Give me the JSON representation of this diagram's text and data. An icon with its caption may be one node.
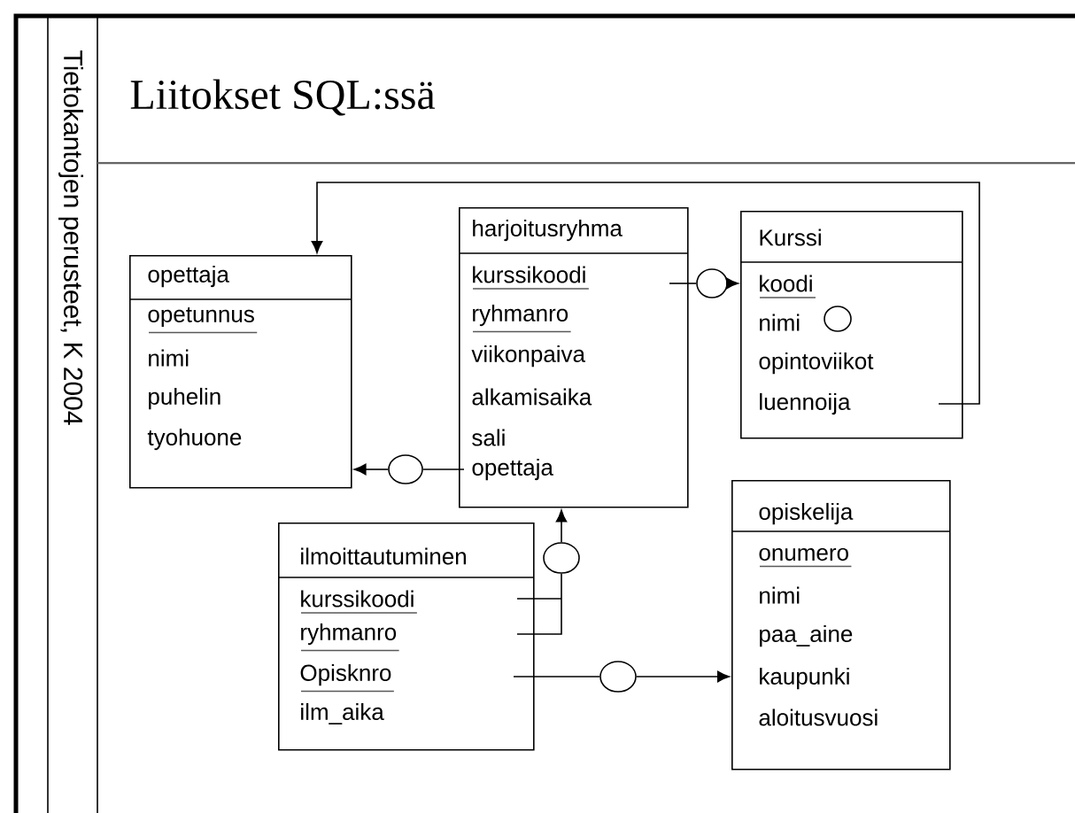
{
  "diagram": {
    "title": "Liitokset SQL:ssä",
    "nodes": [
      {
        "text": [
          "opettaja",
          "opetunnus",
          "nimi",
          "puhelin",
          "tyohuone"
        ]
      },
      {
        "text": [
          "harjoitusryhma",
          "kurssikoodi",
          "ryhmanro",
          "viikonpaiva",
          "alkamisaika",
          "sali",
          "opettaja"
        ]
      },
      {
        "text": [
          "Kurssi",
          "koodi",
          "nimi",
          "opintoviikot",
          "luennoija"
        ]
      },
      {
        "text": [
          "ilmoittautuminen",
          "kurssikoodi",
          "ryhmanro",
          "Opisknro",
          "ilm_aika"
        ]
      },
      {
        "text": [
          "opiskelija",
          "onumero",
          "nimi",
          "paa_aine",
          "kaupunki",
          "aloitusvuosi"
        ]
      },
      {
        "text": [],
        "shape": "circle"
      },
      {
        "text": [],
        "shape": "circle"
      },
      {
        "text": [],
        "shape": "circle"
      },
      {
        "text": [],
        "shape": "circle"
      },
      {
        "text": [],
        "shape": "circle",
        "in": 2
      }
    ],
    "edges": [
      {
        "from": 1,
        "to": 5,
        "arrow": "none"
      },
      {
        "from": 5,
        "to": 0,
        "arrow": "to"
      },
      {
        "from": 1,
        "to": 8,
        "arrow": "none"
      },
      {
        "from": 8,
        "to": 2,
        "arrow": "to"
      },
      {
        "from": 2,
        "to": 0,
        "arrow": "to"
      },
      {
        "from": 3,
        "to": 6,
        "arrow": "none"
      },
      {
        "from": 6,
        "to": 1,
        "arrow": "to"
      },
      {
        "from": 3,
        "to": 7,
        "arrow": "none"
      },
      {
        "from": 7,
        "to": 4,
        "arrow": "to"
      }
    ],
    "labels": [
      "Tietokantojen perusteet, K 2004"
    ]
  }
}
